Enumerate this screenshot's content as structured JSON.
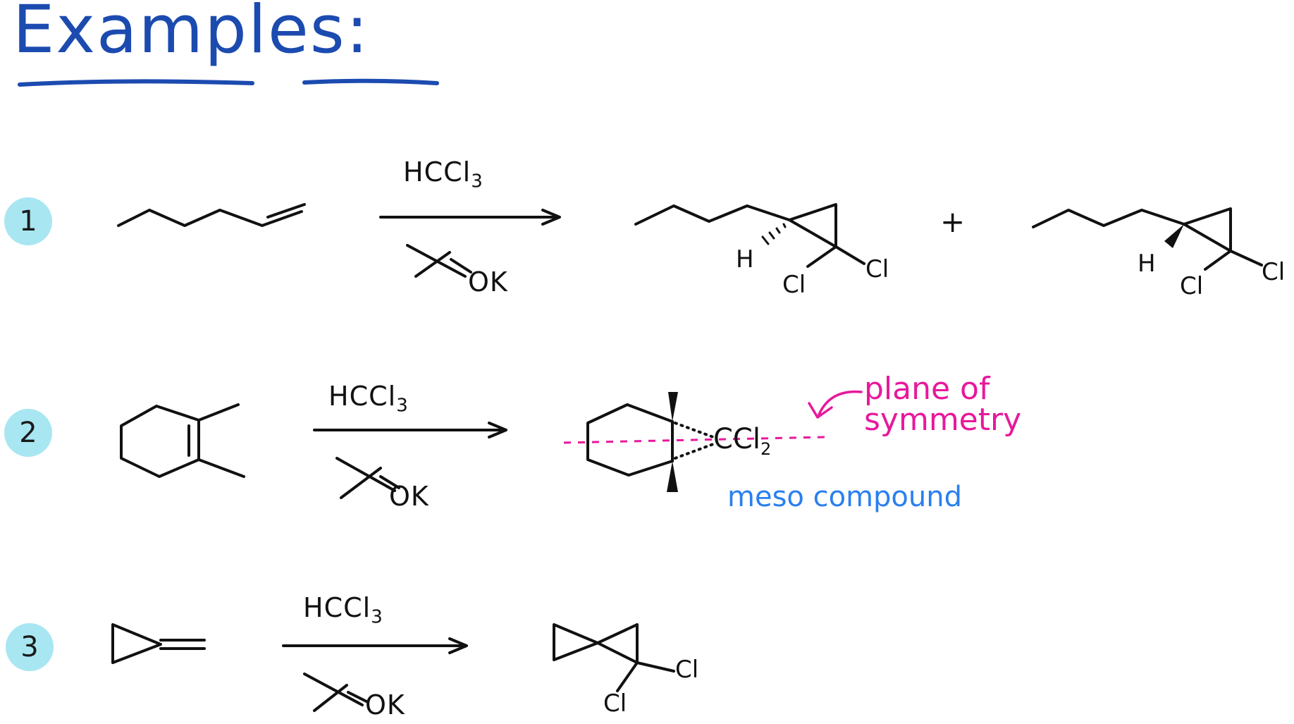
{
  "title": "Examples:",
  "examples": [
    {
      "number": "1",
      "reagent_top": "HCCl",
      "reagent_top_sub": "3",
      "reagent_bottom": "OK",
      "plus": "+",
      "product_a_labels": {
        "h": "H",
        "cl1": "Cl",
        "cl2": "Cl"
      },
      "product_b_labels": {
        "h": "H",
        "cl1": "Cl",
        "cl2": "Cl"
      }
    },
    {
      "number": "2",
      "reagent_top": "HCCl",
      "reagent_top_sub": "3",
      "reagent_bottom": "OK",
      "product_label": "CCl",
      "product_label_sub": "2",
      "note_plane": "plane of\nsymmetry",
      "note_meso": "meso compound"
    },
    {
      "number": "3",
      "reagent_top": "HCCl",
      "reagent_top_sub": "3",
      "reagent_bottom": "OK",
      "product_labels": {
        "cl1": "Cl",
        "cl2": "Cl"
      }
    }
  ],
  "colors": {
    "title": "#1c4bb0",
    "badge": "#a8e6f2",
    "pink": "#e8189c",
    "blue": "#2a7ff0",
    "ink": "#111111"
  }
}
